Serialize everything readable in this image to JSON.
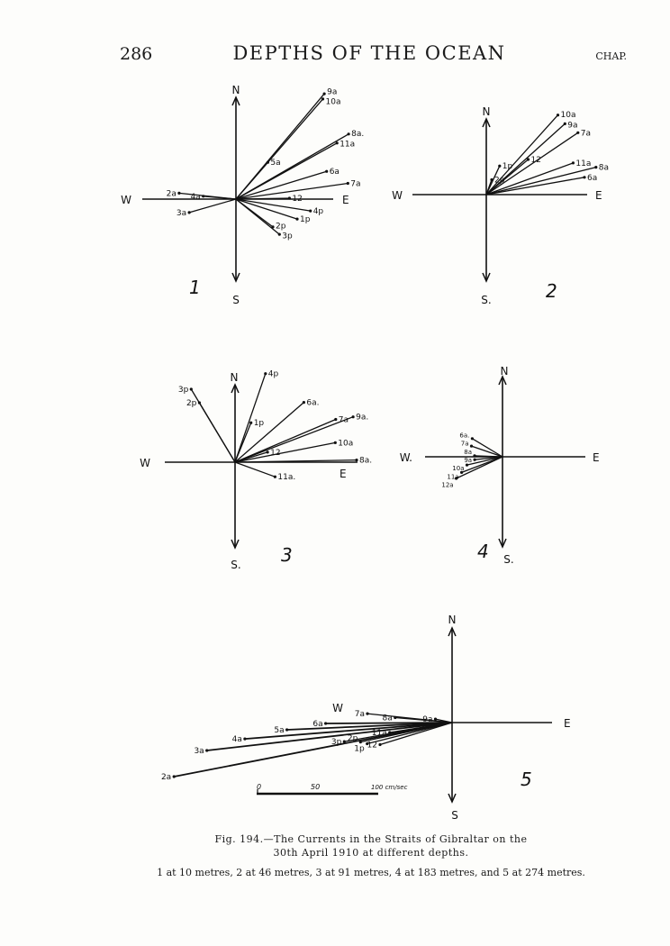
{
  "header": {
    "page_number": "286",
    "title": "DEPTHS OF THE OCEAN",
    "chapter": "CHAP."
  },
  "figure": {
    "caption_line1": "Fig. 194.—The Currents in the Straits of Gibraltar on the",
    "caption_line2": "30th April 1910 at different depths.",
    "legend": "1 at 10 metres, 2 at 46 metres, 3 at 91 metres, 4 at 183 metres, and 5 at 274 metres.",
    "units": "cm/sec",
    "scale_bar": {
      "labels": [
        "0",
        "50",
        "100 cm/sec"
      ],
      "max": 100
    },
    "diagrams": [
      {
        "number": "1",
        "axes": {
          "N": "N",
          "S": "S",
          "W": "W",
          "E": "E"
        },
        "vectors": [
          {
            "label": "9a",
            "speed": 113,
            "bearing": 40
          },
          {
            "label": "10a",
            "speed": 109,
            "bearing": 41
          },
          {
            "label": "8a.",
            "speed": 107,
            "bearing": 60
          },
          {
            "label": "11a",
            "speed": 95,
            "bearing": 61
          },
          {
            "label": "5a",
            "speed": 40,
            "bearing": 41
          },
          {
            "label": "6a",
            "speed": 78,
            "bearing": 73
          },
          {
            "label": "7a",
            "speed": 93,
            "bearing": 82
          },
          {
            "label": "12",
            "speed": 44,
            "bearing": 89
          },
          {
            "label": "4p",
            "speed": 62,
            "bearing": 99
          },
          {
            "label": "1p",
            "speed": 53,
            "bearing": 108
          },
          {
            "label": "2p",
            "speed": 38,
            "bearing": 127
          },
          {
            "label": "3p",
            "speed": 46,
            "bearing": 129
          },
          {
            "label": "2a",
            "speed": 47,
            "bearing": 276
          },
          {
            "label": "4a",
            "speed": 27,
            "bearing": 275
          },
          {
            "label": "3a",
            "speed": 40,
            "bearing": 254
          }
        ]
      },
      {
        "number": "2",
        "axes": {
          "N": "N",
          "S": "S.",
          "W": "W",
          "E": "E"
        },
        "vectors": [
          {
            "label": "10a",
            "speed": 88,
            "bearing": 42
          },
          {
            "label": "9a",
            "speed": 87,
            "bearing": 48
          },
          {
            "label": "7a",
            "speed": 91,
            "bearing": 56
          },
          {
            "label": "12",
            "speed": 45,
            "bearing": 50
          },
          {
            "label": "11a",
            "speed": 76,
            "bearing": 70
          },
          {
            "label": "8a",
            "speed": 93,
            "bearing": 76
          },
          {
            "label": "6a",
            "speed": 82,
            "bearing": 80
          },
          {
            "label": "1p",
            "speed": 26,
            "bearing": 25
          },
          {
            "label": "2p",
            "speed": 13,
            "bearing": 20
          }
        ]
      },
      {
        "number": "3",
        "axes": {
          "N": "N",
          "S": "S.",
          "W": "W",
          "E": "E"
        },
        "vectors": [
          {
            "label": "3p",
            "speed": 70,
            "bearing": 329
          },
          {
            "label": "2p",
            "speed": 57,
            "bearing": 329
          },
          {
            "label": "4p",
            "speed": 77,
            "bearing": 19
          },
          {
            "label": "1p",
            "speed": 35,
            "bearing": 22
          },
          {
            "label": "6a.",
            "speed": 75,
            "bearing": 49
          },
          {
            "label": "9a.",
            "speed": 104,
            "bearing": 69
          },
          {
            "label": "7a",
            "speed": 90,
            "bearing": 67
          },
          {
            "label": "10a",
            "speed": 84,
            "bearing": 79
          },
          {
            "label": "12",
            "speed": 28,
            "bearing": 73
          },
          {
            "label": "8a.",
            "speed": 100,
            "bearing": 89
          },
          {
            "label": "11a.",
            "speed": 35,
            "bearing": 110
          }
        ]
      },
      {
        "number": "4",
        "axes": {
          "N": "N",
          "S": "S.",
          "W": "W.",
          "E": "E"
        },
        "vectors": [
          {
            "label": "6a.",
            "speed": 29,
            "bearing": 301
          },
          {
            "label": "7a",
            "speed": 27,
            "bearing": 289
          },
          {
            "label": "8a",
            "speed": 23,
            "bearing": 272
          },
          {
            "label": "9a",
            "speed": 23,
            "bearing": 264
          },
          {
            "label": "10a",
            "speed": 30,
            "bearing": 257
          },
          {
            "label": "11a",
            "speed": 36,
            "bearing": 249
          },
          {
            "label": "12a",
            "speed": 42,
            "bearing": 245
          }
        ]
      },
      {
        "number": "5",
        "axes": {
          "N": "N",
          "S": "S",
          "W": "W",
          "E": "E"
        },
        "vectors": [
          {
            "label": "2a",
            "speed": 233,
            "bearing": 259
          },
          {
            "label": "3a",
            "speed": 203,
            "bearing": 263.5
          },
          {
            "label": "4a",
            "speed": 171,
            "bearing": 265.5
          },
          {
            "label": "5a",
            "speed": 136,
            "bearing": 267.5
          },
          {
            "label": "6a",
            "speed": 104,
            "bearing": 269.6
          },
          {
            "label": "7a",
            "speed": 70,
            "bearing": 276
          },
          {
            "label": "8a",
            "speed": 47,
            "bearing": 275
          },
          {
            "label": "9a",
            "speed": 14,
            "bearing": 282
          },
          {
            "label": "3p",
            "speed": 90,
            "bearing": 260
          },
          {
            "label": "2p",
            "speed": 77,
            "bearing": 258
          },
          {
            "label": "1p",
            "speed": 72,
            "bearing": 256
          },
          {
            "label": "12",
            "speed": 62,
            "bearing": 253
          },
          {
            "label": "11a",
            "speed": 52,
            "bearing": 261
          }
        ]
      }
    ]
  }
}
